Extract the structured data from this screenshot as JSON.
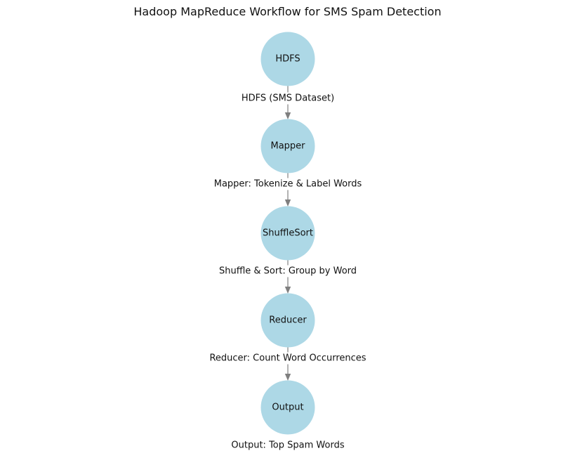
{
  "title": "Hadoop MapReduce Workflow for SMS Spam Detection",
  "colors": {
    "background": "#ffffff",
    "node_fill": "#ADD8E6",
    "arrow": "#808080",
    "text": "#111111"
  },
  "diagram": {
    "type": "flowchart",
    "direction": "top-down",
    "nodes": [
      {
        "id": "HDFS",
        "label": "HDFS",
        "description": "HDFS (SMS Dataset)"
      },
      {
        "id": "Mapper",
        "label": "Mapper",
        "description": "Mapper: Tokenize & Label Words"
      },
      {
        "id": "ShuffleSort",
        "label": "ShuffleSort",
        "description": "Shuffle & Sort: Group by Word"
      },
      {
        "id": "Reducer",
        "label": "Reducer",
        "description": "Reducer: Count Word Occurrences"
      },
      {
        "id": "Output",
        "label": "Output",
        "description": "Output: Top Spam Words"
      }
    ],
    "edges": [
      {
        "from": "HDFS",
        "to": "Mapper"
      },
      {
        "from": "Mapper",
        "to": "ShuffleSort"
      },
      {
        "from": "ShuffleSort",
        "to": "Reducer"
      },
      {
        "from": "Reducer",
        "to": "Output"
      }
    ]
  }
}
